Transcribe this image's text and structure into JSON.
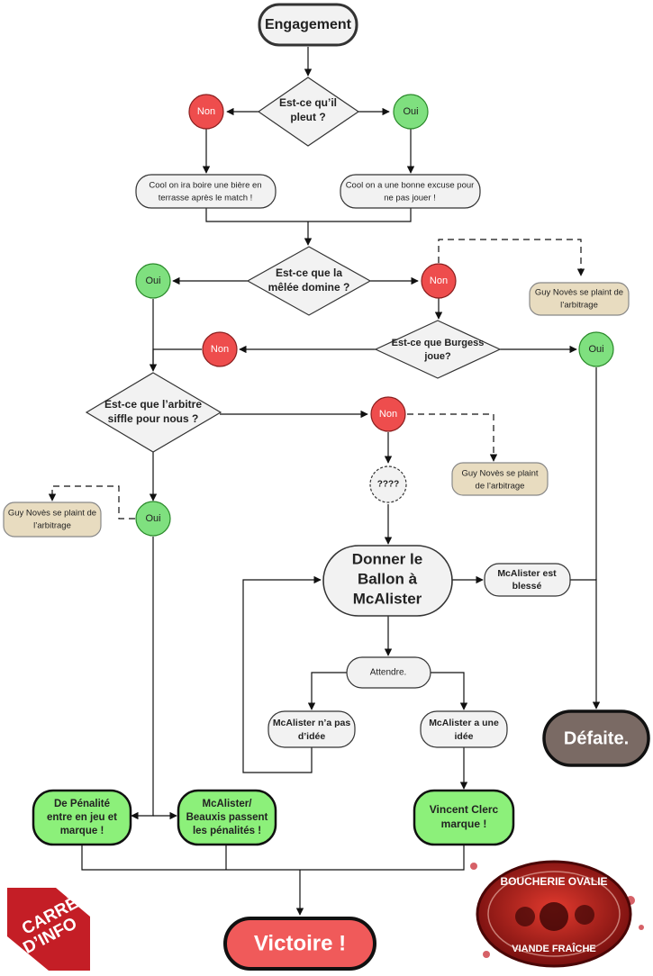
{
  "nodes": {
    "engagement": "Engagement",
    "rain_q": [
      "Est-ce qu’il",
      "pleut ?"
    ],
    "rain_no": "Non",
    "rain_yes": "Oui",
    "rain_no_msg": [
      "Cool on ira boire une bière en",
      "terrasse après le match !"
    ],
    "rain_yes_msg": [
      "Cool on a une bonne excuse pour",
      "ne pas jouer !"
    ],
    "scrum_q": [
      "Est-ce que la",
      "mêlée domine ?"
    ],
    "scrum_yes": "Oui",
    "scrum_no": "Non",
    "noves_1": [
      "Guy Novès se plaint de",
      "l’arbitrage"
    ],
    "burgess_q": [
      "Est-ce que Burgess",
      "joue?"
    ],
    "burgess_no": "Non",
    "burgess_yes": "Oui",
    "ref_q": [
      "Est-ce que l’arbitre",
      "siffle pour nous ?"
    ],
    "ref_no": "Non",
    "noves_2": [
      "Guy Novès se plaint",
      "de l’arbitrage"
    ],
    "unknown": "????",
    "noves_3": [
      "Guy Novès se plaint de",
      "l’arbitrage"
    ],
    "ref_yes": "Oui",
    "give_ball": [
      "Donner le",
      "Ballon à",
      "McAlister"
    ],
    "injured": [
      "McAlister est",
      "blessé"
    ],
    "wait": "Attendre.",
    "no_idea": [
      "McAlister n’a pas",
      "d’idée"
    ],
    "idea": [
      "McAlister a une",
      "idée"
    ],
    "defeat": "Défaite.",
    "penalty_try": [
      "De Pénalité",
      "entre en jeu et",
      "marque !"
    ],
    "penalties": [
      "McAlister/",
      "Beauxis passent",
      "les pénalités !"
    ],
    "clerc": [
      "Vincent Clerc",
      "marque !"
    ],
    "victory": "Victoire !"
  },
  "logos": {
    "left": [
      "CARRÉ",
      "D’INFO"
    ],
    "right": [
      "BOUCHERIE OVALIE",
      "VIANDE FRAÎCHE"
    ]
  },
  "colors": {
    "yes": "#7fe07f",
    "no": "#ee4d4d",
    "note": "#e8dcc0",
    "green_box": "#8cf07a",
    "defeat": "#7a6a64",
    "victory": "#f05a5a",
    "logo_red": "#c41e26"
  }
}
